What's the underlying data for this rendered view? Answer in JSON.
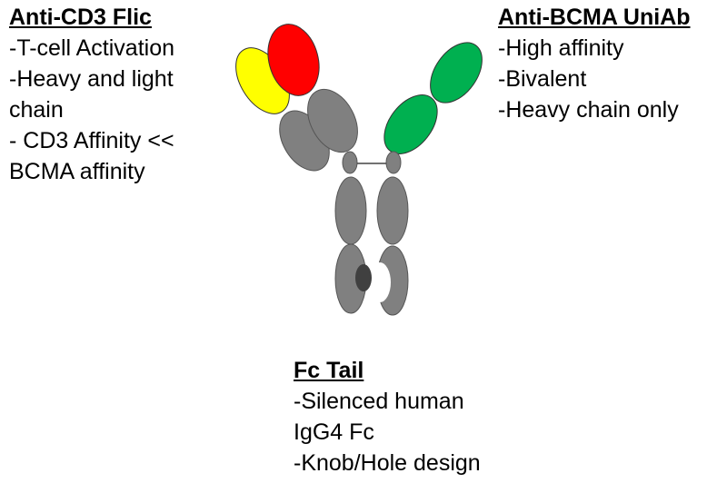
{
  "colors": {
    "domain_gray": "#808080",
    "knob_dark": "#404040",
    "cd3_vh": "#ff0000",
    "cd3_vl": "#ffff00",
    "bcma_vhh": "#00b050",
    "linker": "#c9a227",
    "outline": "#333333"
  },
  "labels": {
    "cd3": {
      "title": "Anti-CD3 Flic",
      "lines": [
        "-T-cell Activation",
        "-Heavy and light",
        "chain",
        "- CD3 Affinity <<",
        "BCMA affinity"
      ]
    },
    "bcma": {
      "title": "Anti-BCMA UniAb",
      "lines": [
        "-High affinity",
        "-Bivalent",
        "-Heavy chain only"
      ]
    },
    "fc": {
      "title": "Fc Tail",
      "lines": [
        "-Silenced human",
        "IgG4 Fc",
        "-Knob/Hole design"
      ]
    }
  }
}
